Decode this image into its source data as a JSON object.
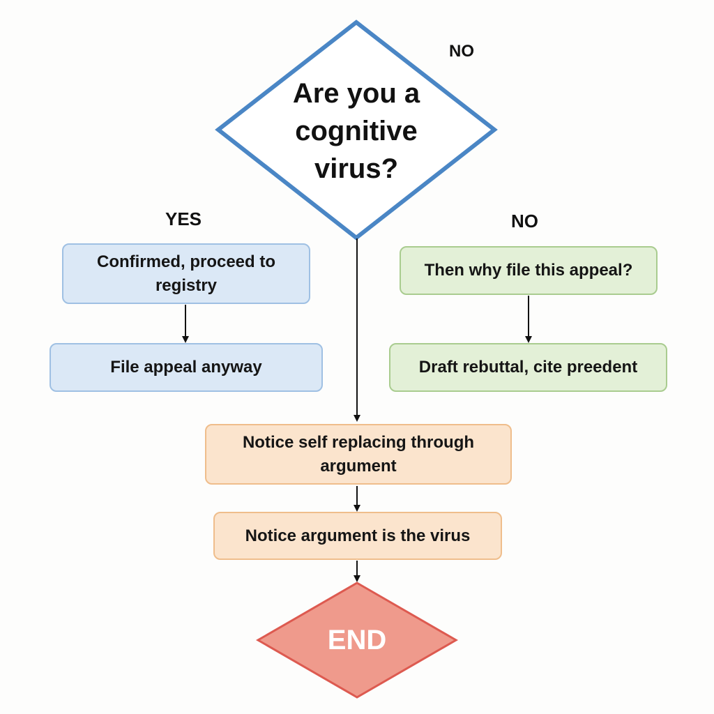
{
  "decision": {
    "question": "Are you a cognitive virus?"
  },
  "labels": {
    "top_no": "NO",
    "yes": "YES",
    "right_no": "NO"
  },
  "left_branch": {
    "step1": "Confirmed, proceed to registry",
    "step2": "File appeal anyway"
  },
  "right_branch": {
    "step1": "Then why file this appeal?",
    "step2": "Draft rebuttal, cite preedent"
  },
  "center_flow": {
    "step1": "Notice self replacing through argument",
    "step2": "Notice argument is the virus"
  },
  "end": {
    "label": "END"
  },
  "colors": {
    "decision_stroke": "#4a86c5",
    "blue_fill": "#dbe8f6",
    "green_fill": "#e3f0d7",
    "orange_fill": "#fbe4cd",
    "end_fill": "#ef9a8c",
    "end_stroke": "#dd5a50"
  }
}
